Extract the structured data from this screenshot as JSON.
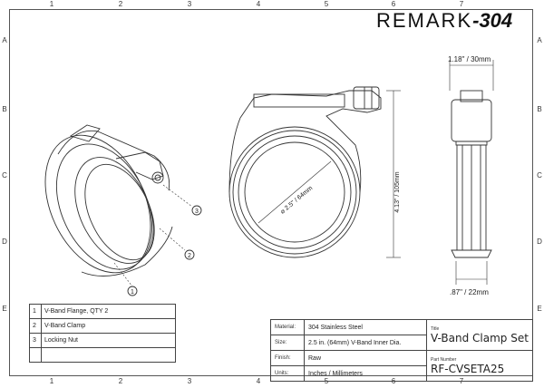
{
  "brand": {
    "prefix": "REMARK",
    "suffix": "-304"
  },
  "grid": {
    "top_numbers": [
      "1",
      "2",
      "3",
      "4",
      "5",
      "6",
      "7"
    ],
    "bottom_numbers": [
      "1",
      "2",
      "3",
      "4",
      "5",
      "6",
      "7"
    ],
    "left_letters": [
      "A",
      "B",
      "C",
      "D",
      "E"
    ],
    "right_letters": [
      "A",
      "B",
      "C",
      "D",
      "E"
    ]
  },
  "dimensions": {
    "inner_dia": "⌀ 2.5\" / 64mm",
    "height": "4.13\" / 105mm",
    "width": "1.18\" / 30mm",
    "depth": ".87\" / 22mm"
  },
  "callouts": [
    "1",
    "2",
    "3"
  ],
  "parts": [
    {
      "num": "1",
      "desc": "V-Band Flange, QTY 2"
    },
    {
      "num": "2",
      "desc": "V-Band Clamp"
    },
    {
      "num": "3",
      "desc": "Locking Nut"
    }
  ],
  "title_block": {
    "material_label": "Material:",
    "material": "304 Stainless Steel",
    "size_label": "Size:",
    "size": "2.5 in. (64mm) V-Band Inner Dia.",
    "finish_label": "Finish:",
    "finish": "Raw",
    "units_label": "Units:",
    "units": "Inches / Millimeters",
    "title_caption": "Title",
    "title": "V-Band Clamp Set",
    "part_caption": "Part Number",
    "part_number": "RF-CVSETA25"
  }
}
